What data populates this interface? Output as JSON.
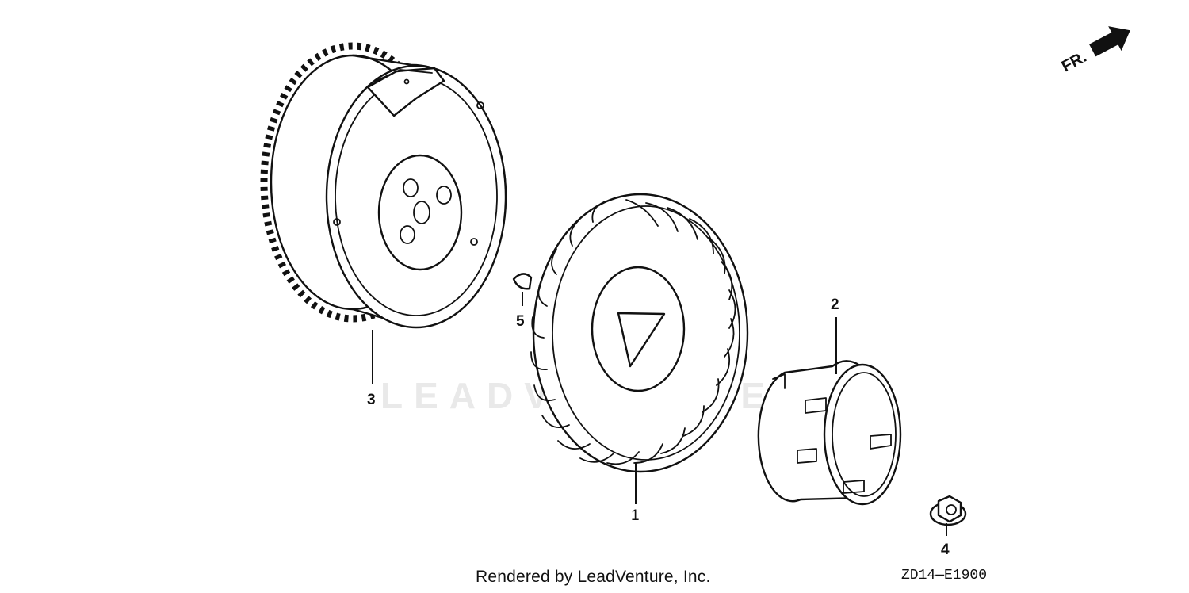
{
  "diagram": {
    "direction_indicator": {
      "label": "FR."
    },
    "watermark": "LEADVENTURE",
    "callouts": [
      {
        "id": "1",
        "label": "1"
      },
      {
        "id": "2",
        "label": "2"
      },
      {
        "id": "3",
        "label": "3"
      },
      {
        "id": "4",
        "label": "4"
      },
      {
        "id": "5",
        "label": "5"
      }
    ],
    "footer": {
      "credit": "Rendered by LeadVenture, Inc.",
      "diagram_code": "ZD14—E1900"
    }
  }
}
